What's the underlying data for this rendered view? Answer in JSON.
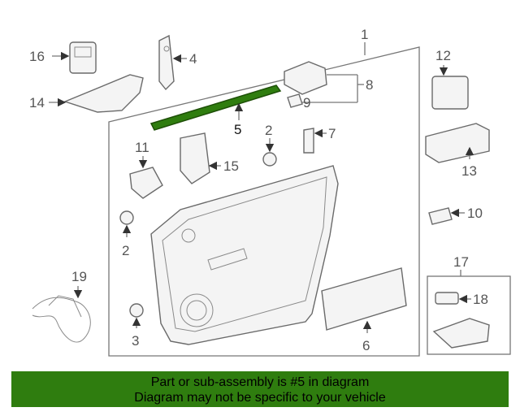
{
  "callouts": {
    "c1": "1",
    "c2a": "2",
    "c2b": "2",
    "c3": "3",
    "c4": "4",
    "c5": "5",
    "c6": "6",
    "c7": "7",
    "c8": "8",
    "c9": "9",
    "c10": "10",
    "c11": "11",
    "c12": "12",
    "c13": "13",
    "c14": "14",
    "c15": "15",
    "c16": "16",
    "c17": "17",
    "c18": "18",
    "c19": "19"
  },
  "highlight": {
    "part_number": "5",
    "color": "#2f7d0f"
  },
  "footer": {
    "line1": "Part or sub-assembly is #5 in diagram",
    "line2": "Diagram may not be specific to your vehicle"
  }
}
